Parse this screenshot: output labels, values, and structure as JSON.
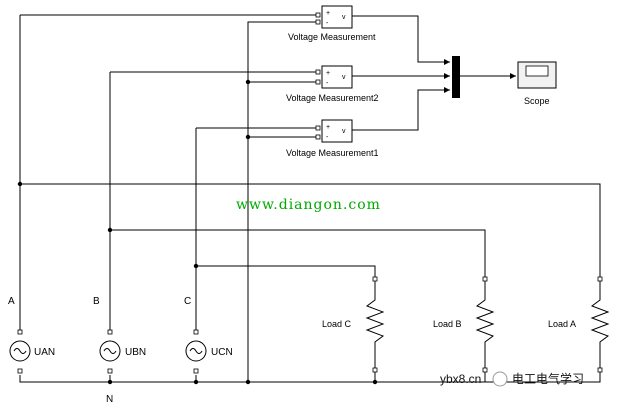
{
  "blocks": {
    "vm1": {
      "label": "Voltage Measurement",
      "plus": "+",
      "minus": "-",
      "out": "v"
    },
    "vm2": {
      "label": "Voltage Measurement2",
      "plus": "+",
      "minus": "-",
      "out": "v"
    },
    "vm3": {
      "label": "Voltage Measurement1",
      "plus": "+",
      "minus": "-",
      "out": "v"
    },
    "scope": {
      "label": "Scope"
    },
    "sources": [
      {
        "node": "A",
        "name": "UAN"
      },
      {
        "node": "B",
        "name": "UBN"
      },
      {
        "node": "C",
        "name": "UCN"
      }
    ],
    "loads": [
      {
        "name": "Load C"
      },
      {
        "name": "Load B"
      },
      {
        "name": "Load A"
      }
    ],
    "neutral": "N"
  },
  "watermark": {
    "url": "www.diangon.com",
    "site": "ybx8.cn",
    "brand": "电工电气学习"
  }
}
